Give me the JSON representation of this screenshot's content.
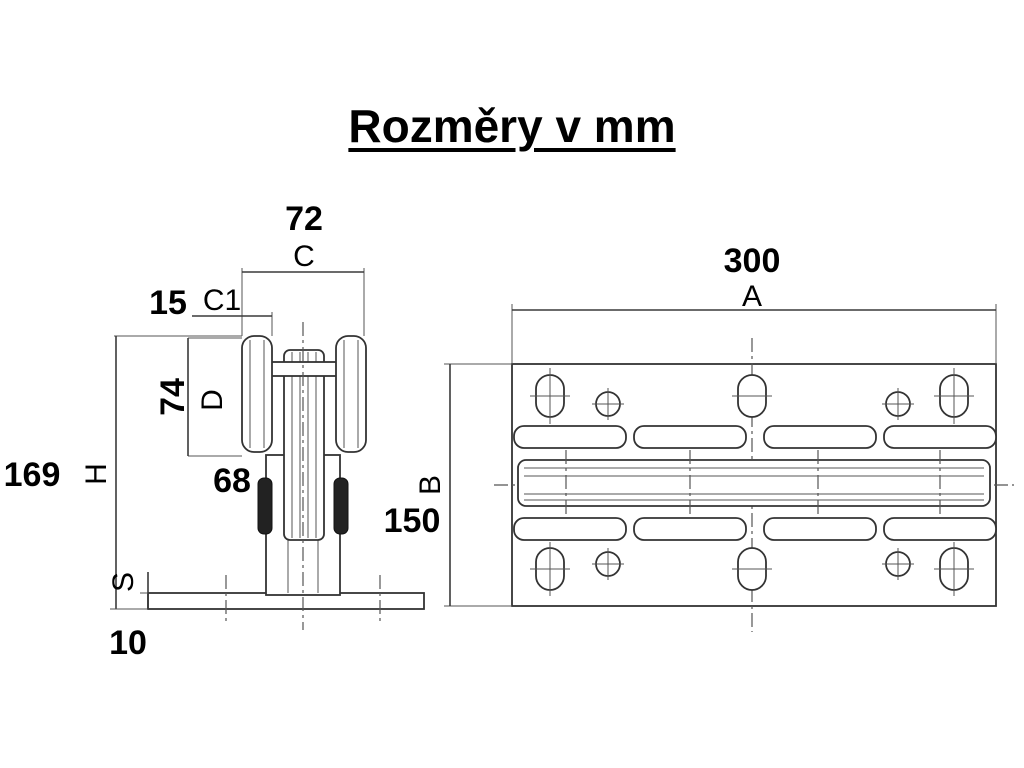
{
  "title": "Rozměry v mm",
  "side_view": {
    "C_label": "C",
    "C_value": "72",
    "C1_label": "C1",
    "C1_value": "15",
    "D_label": "D",
    "D_value": "74",
    "H_label": "H",
    "H_value": "169",
    "wheel_value": "68",
    "S_label": "S",
    "S_value": "10"
  },
  "top_view": {
    "A_label": "A",
    "A_value": "300",
    "B_label": "B",
    "B_value": "150"
  }
}
